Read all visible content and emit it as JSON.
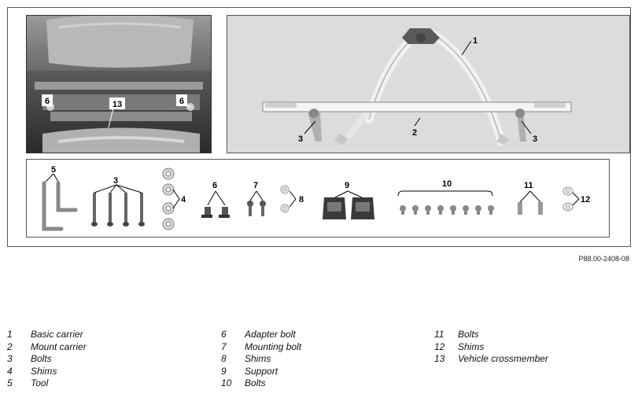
{
  "figure": {
    "photo_labels": {
      "crossmember": "13",
      "adapter_left": "6",
      "adapter_right": "6"
    },
    "illustration_labels": {
      "basic_carrier": "1",
      "mount_carrier": "2",
      "bolts_left": "3",
      "bolts_right": "3"
    },
    "parts_labels": {
      "tool": "5",
      "bolts": "3",
      "shims_4": "4",
      "adapter_bolt": "6",
      "mounting_bolt": "7",
      "shims_8": "8",
      "support": "9",
      "bolts_10": "10",
      "bolts_11": "11",
      "shims_12": "12"
    },
    "reference": "P88.00-2408-08"
  },
  "legend": {
    "col1": [
      {
        "num": "1",
        "text": "Basic carrier"
      },
      {
        "num": "2",
        "text": "Mount carrier"
      },
      {
        "num": "3",
        "text": "Bolts"
      },
      {
        "num": "4",
        "text": "Shims"
      },
      {
        "num": "5",
        "text": "Tool"
      }
    ],
    "col2": [
      {
        "num": "6",
        "text": "Adapter bolt"
      },
      {
        "num": "7",
        "text": "Mounting bolt"
      },
      {
        "num": "8",
        "text": "Shims"
      },
      {
        "num": "9",
        "text": "Support"
      },
      {
        "num": "10",
        "text": "Bolts"
      }
    ],
    "col3": [
      {
        "num": "11",
        "text": "Bolts"
      },
      {
        "num": "12",
        "text": "Shims"
      },
      {
        "num": "13",
        "text": "Vehicle crossmember"
      }
    ]
  }
}
